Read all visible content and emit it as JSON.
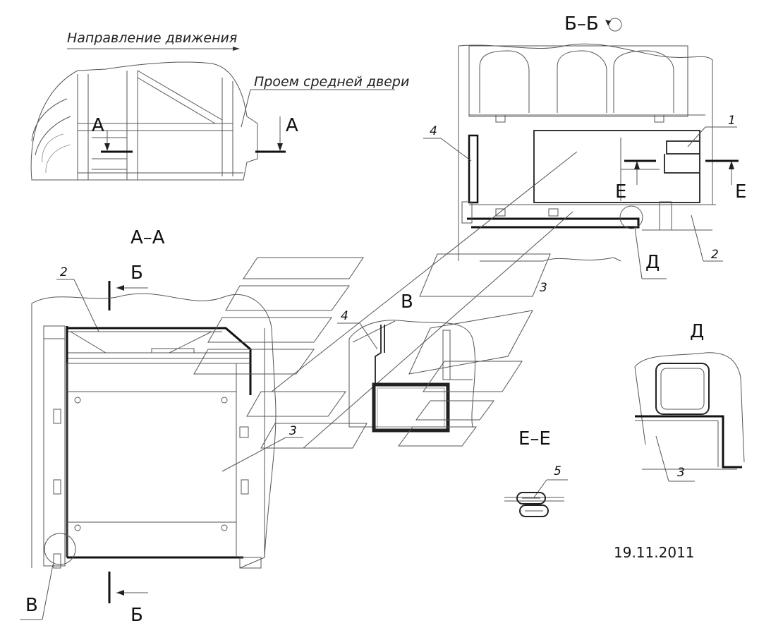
{
  "labels": {
    "direction": "Направление движения",
    "door_opening": "Проем средней двери",
    "section_aa": "А–А",
    "section_bb": "Б–Б",
    "section_ee": "Е–Е",
    "view_d": "Д",
    "cut_a": "А",
    "cut_b": "Б",
    "cut_e": "Е",
    "detail_v": "В",
    "detail_d": "Д",
    "date": "19.11.2011"
  },
  "callouts": {
    "p1": "1",
    "p2": "2",
    "p3": "3",
    "p4": "4",
    "p5": "5"
  }
}
